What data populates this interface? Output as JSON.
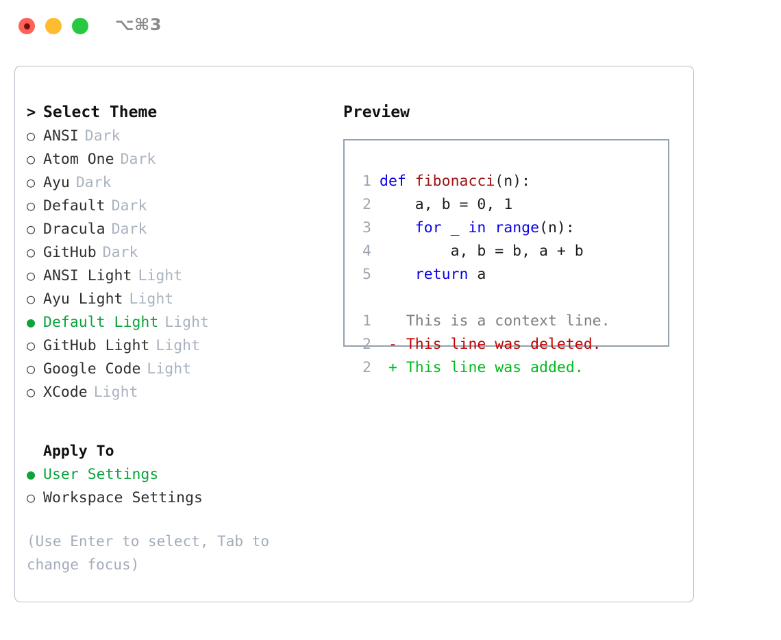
{
  "titlebar": {
    "shortcut": "⌥⌘3",
    "buttons": [
      {
        "name": "close",
        "color": "#ff6058"
      },
      {
        "name": "minimize",
        "color": "#febc2e"
      },
      {
        "name": "zoom",
        "color": "#28c840"
      }
    ]
  },
  "theme_list": {
    "heading": "Select Theme",
    "heading_marker": ">",
    "marker_unselected": "○",
    "marker_selected": "●",
    "items": [
      {
        "label": "ANSI",
        "variant": "Dark",
        "selected": false
      },
      {
        "label": "Atom One",
        "variant": "Dark",
        "selected": false
      },
      {
        "label": "Ayu",
        "variant": "Dark",
        "selected": false
      },
      {
        "label": "Default",
        "variant": "Dark",
        "selected": false
      },
      {
        "label": "Dracula",
        "variant": "Dark",
        "selected": false
      },
      {
        "label": "GitHub",
        "variant": "Dark",
        "selected": false
      },
      {
        "label": "ANSI Light",
        "variant": "Light",
        "selected": false
      },
      {
        "label": "Ayu Light",
        "variant": "Light",
        "selected": false
      },
      {
        "label": "Default Light",
        "variant": "Light",
        "selected": true
      },
      {
        "label": "GitHub Light",
        "variant": "Light",
        "selected": false
      },
      {
        "label": "Google Code",
        "variant": "Light",
        "selected": false
      },
      {
        "label": "XCode",
        "variant": "Light",
        "selected": false
      }
    ]
  },
  "apply_to": {
    "heading": "Apply To",
    "options": [
      {
        "label": "User Settings",
        "selected": true
      },
      {
        "label": "Workspace Settings",
        "selected": false
      }
    ]
  },
  "hint": "(Use Enter to select, Tab to change focus)",
  "preview": {
    "title": "Preview",
    "code_lines": [
      {
        "no": "1",
        "indent": "",
        "tokens": [
          {
            "t": "def",
            "c": "kw"
          },
          {
            "t": " ",
            "c": "plain"
          },
          {
            "t": "fibonacci",
            "c": "fn"
          },
          {
            "t": "(n):",
            "c": "plain"
          }
        ]
      },
      {
        "no": "2",
        "indent": "    ",
        "tokens": [
          {
            "t": "a, b = 0, 1",
            "c": "plain"
          }
        ]
      },
      {
        "no": "3",
        "indent": "    ",
        "tokens": [
          {
            "t": "for",
            "c": "kw"
          },
          {
            "t": " _ ",
            "c": "plain"
          },
          {
            "t": "in",
            "c": "kw"
          },
          {
            "t": " ",
            "c": "plain"
          },
          {
            "t": "range",
            "c": "kw"
          },
          {
            "t": "(n):",
            "c": "plain"
          }
        ]
      },
      {
        "no": "4",
        "indent": "        ",
        "tokens": [
          {
            "t": "a, b = b, a + b",
            "c": "plain"
          }
        ]
      },
      {
        "no": "5",
        "indent": "    ",
        "tokens": [
          {
            "t": "return",
            "c": "kw"
          },
          {
            "t": " a",
            "c": "plain"
          }
        ]
      }
    ],
    "diff_lines": [
      {
        "no": "1",
        "sign": " ",
        "text": "This is a context line.",
        "kind": "diff-context"
      },
      {
        "no": "2",
        "sign": "-",
        "text": "This line was deleted.",
        "kind": "diff-del"
      },
      {
        "no": "2",
        "sign": "+",
        "text": "This line was added.",
        "kind": "diff-add"
      }
    ]
  },
  "colors": {
    "accent_green": "#0aa33c",
    "keyword_blue": "#0a00e6",
    "function_red": "#a01414",
    "diff_delete": "#c40000",
    "diff_add": "#00bb1e",
    "muted": "#a9b3c0",
    "border": "#93a1b0"
  }
}
